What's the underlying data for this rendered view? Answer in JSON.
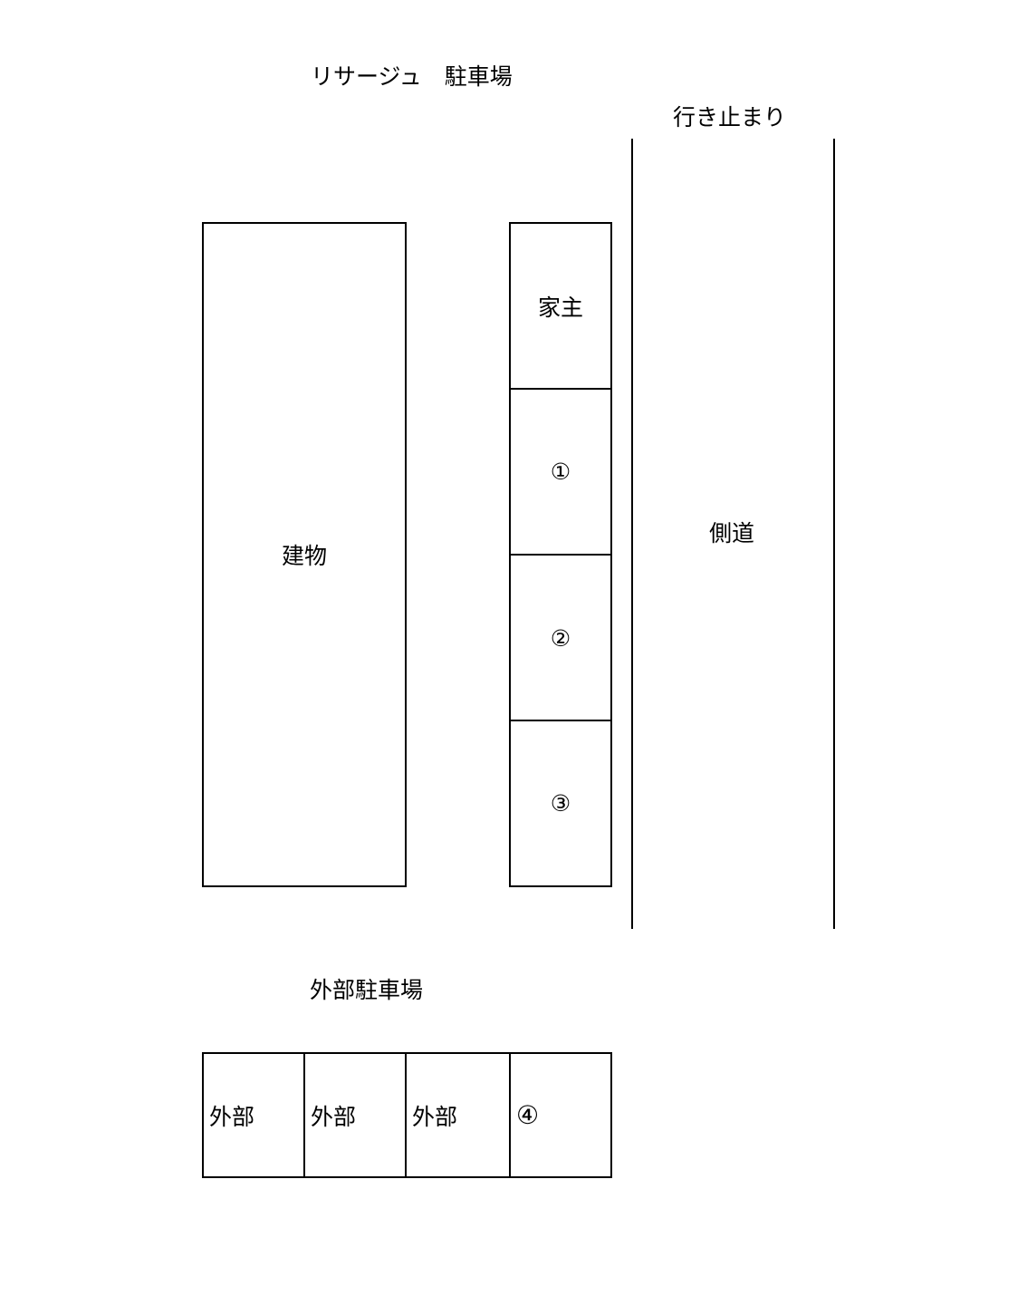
{
  "title": "リサージュ　駐車場",
  "dead_end_label": "行き止まり",
  "building": {
    "label": "建物"
  },
  "side_road": {
    "label": "側道"
  },
  "onsite_spaces": [
    {
      "label": "家主"
    },
    {
      "label": "①"
    },
    {
      "label": "②"
    },
    {
      "label": "③"
    }
  ],
  "external_parking": {
    "title": "外部駐車場",
    "spaces": [
      {
        "label": "外部"
      },
      {
        "label": "外部"
      },
      {
        "label": "外部"
      },
      {
        "label": "④"
      }
    ]
  }
}
